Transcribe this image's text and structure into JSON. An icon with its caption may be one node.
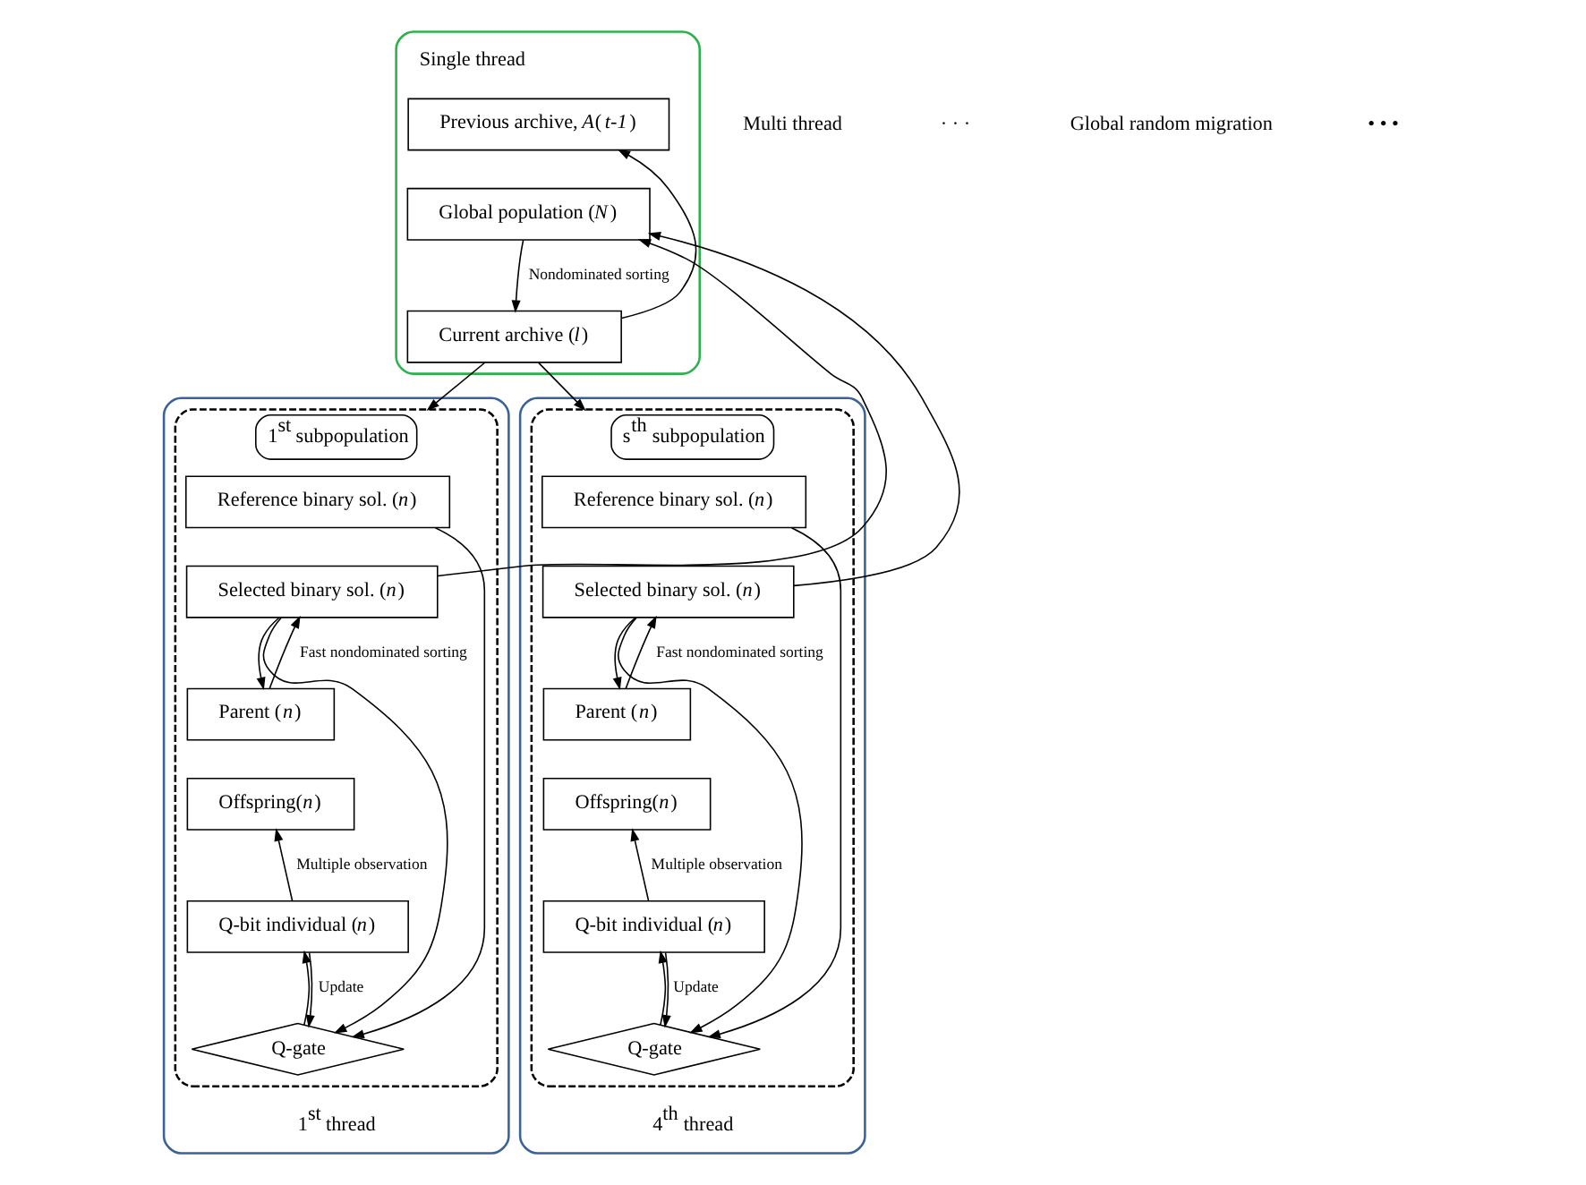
{
  "diagram": {
    "nodes": [
      {
        "text": [
          "Single thread"
        ]
      },
      {
        "text": [
          "Previous archive, *A*(*t-1*)"
        ],
        "in": 0
      },
      {
        "text": [
          "Global population (*N*)"
        ],
        "in": 0
      },
      {
        "text": [
          "Current archive (*l*)"
        ],
        "in": 0
      },
      {
        "text": [
          "1$^{st}$ thread"
        ]
      },
      {
        "text": [
          "1$^{st}$ subpopulation"
        ],
        "in": 4
      },
      {
        "text": [
          "Reference binary sol. (*n*)"
        ],
        "in": 5
      },
      {
        "text": [
          "Selected binary sol. (*n*)"
        ],
        "in": 5
      },
      {
        "text": [
          "Parent (*n*)"
        ],
        "in": 5
      },
      {
        "text": [
          "Offspring(*n*)"
        ],
        "in": 5
      },
      {
        "text": [
          "Q-bit individual (*n*)"
        ],
        "in": 5
      },
      {
        "text": [
          "Q-gate"
        ],
        "in": 5
      },
      {
        "text": [
          "4$^{th}$ thread"
        ]
      },
      {
        "text": [
          "s$^{th}$ subpopulation"
        ],
        "in": 12
      },
      {
        "text": [
          "Reference binary sol. (*n*)"
        ],
        "in": 13
      },
      {
        "text": [
          "Selected binary sol. (*n*)"
        ],
        "in": 13
      },
      {
        "text": [
          "Parent (*n*)"
        ],
        "in": 13
      },
      {
        "text": [
          "Offspring(*n*)"
        ],
        "in": 13
      },
      {
        "text": [
          "Q-bit individual (*n*)"
        ],
        "in": 13
      },
      {
        "text": [
          "Q-gate"
        ],
        "in": 13
      }
    ],
    "edges": [
      {
        "from": 2,
        "to": 3,
        "arrow": "to",
        "label": "Nondominated sorting"
      },
      {
        "from": 3,
        "to": 1,
        "arrow": "to"
      },
      {
        "from": 3,
        "to": 5,
        "arrow": "to"
      },
      {
        "from": 3,
        "to": 13,
        "arrow": "to"
      },
      {
        "from": 7,
        "to": 2,
        "arrow": "to"
      },
      {
        "from": 6,
        "to": 11,
        "arrow": "to"
      },
      {
        "from": 7,
        "to": 11,
        "arrow": "to"
      },
      {
        "from": 7,
        "to": 8,
        "arrow": "to"
      },
      {
        "from": 8,
        "to": 7,
        "arrow": "to",
        "label": "Fast nondominated sorting"
      },
      {
        "from": 10,
        "to": 9,
        "arrow": "to",
        "label": "Multiple observation"
      },
      {
        "from": 10,
        "to": 11,
        "arrow": "to"
      },
      {
        "from": 11,
        "to": 10,
        "arrow": "to",
        "label": "Update"
      },
      {
        "from": 15,
        "to": 2,
        "arrow": "to"
      },
      {
        "from": 14,
        "to": 19,
        "arrow": "to"
      },
      {
        "from": 15,
        "to": 19,
        "arrow": "to"
      },
      {
        "from": 15,
        "to": 16,
        "arrow": "to"
      },
      {
        "from": 16,
        "to": 15,
        "arrow": "to",
        "label": "Fast nondominated sorting"
      },
      {
        "from": 18,
        "to": 17,
        "arrow": "to",
        "label": "Multiple observation"
      },
      {
        "from": 18,
        "to": 19,
        "arrow": "to"
      },
      {
        "from": 19,
        "to": 18,
        "arrow": "to",
        "label": "Update"
      }
    ],
    "labels": [
      "Multi thread",
      "· · ·",
      "Global random migration",
      "• • •"
    ]
  }
}
